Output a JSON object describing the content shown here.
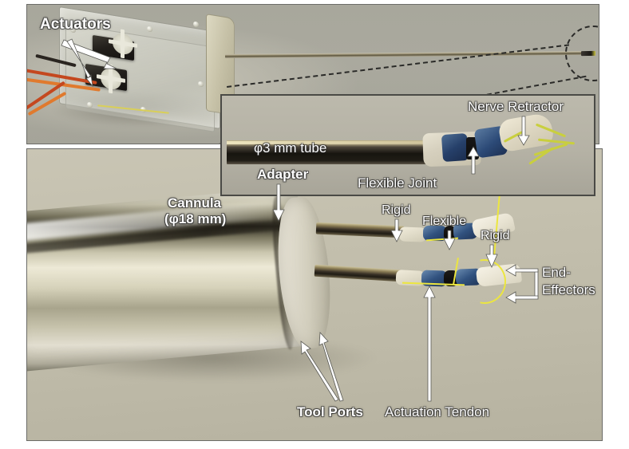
{
  "figure": {
    "title": "Minimally invasive surgical tool prototype photo composite",
    "panels": [
      {
        "id": "top",
        "name": "actuator-unit-photo"
      },
      {
        "id": "inset",
        "name": "tool-tip-closeup-inset"
      },
      {
        "id": "bottom",
        "name": "cannula-end-effector-photo"
      }
    ]
  },
  "annotations": {
    "top": {
      "actuators": "Actuators"
    },
    "inset": {
      "tube": "φ3 mm tube",
      "nerve_retractor": "Nerve Retractor",
      "flexible_joint": "Flexible Joint"
    },
    "bottom": {
      "cannula_line1": "Cannula",
      "cannula_line2": "(φ18 mm)",
      "adapter": "Adapter",
      "rigid_1": "Rigid",
      "flexible": "Flexible",
      "rigid_2": "Rigid",
      "end_effectors_line1": "End-",
      "end_effectors_line2": "Effectors",
      "tool_ports": "Tool Ports",
      "actuation_tendon": "Actuation Tendon"
    }
  },
  "colors": {
    "label_text": "#ffffff",
    "arrow_fill": "#ffffff",
    "panel_border": "#6c6c68",
    "inset_border": "#4a4a46",
    "tendon_yellow": "#ece63f",
    "page_background": "#ffffff"
  }
}
